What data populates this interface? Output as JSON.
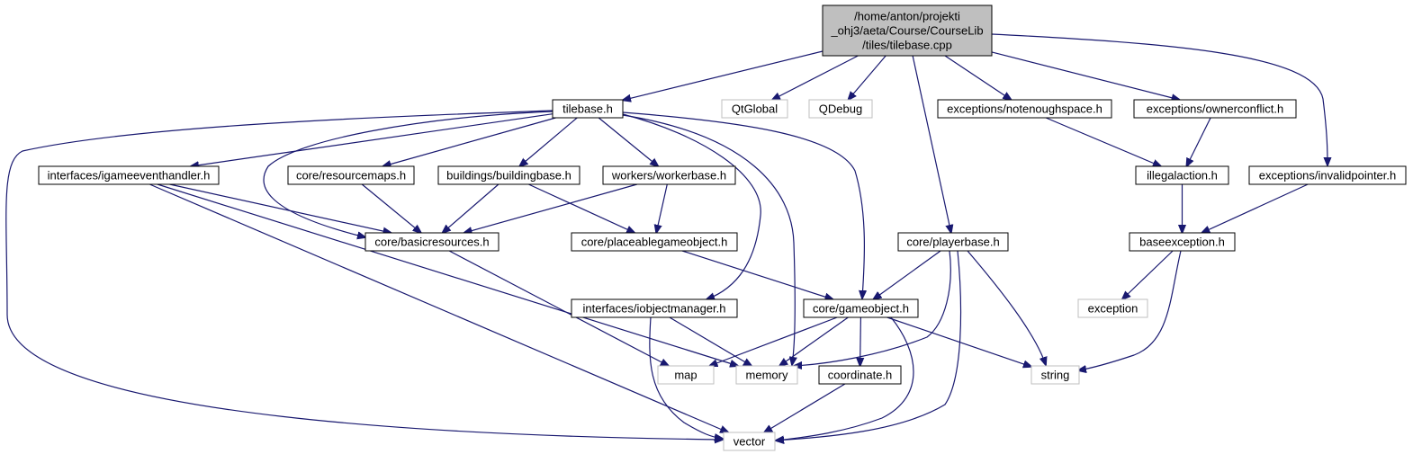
{
  "colors": {
    "edge": "#191970",
    "root_fill": "#bfbfbf",
    "node_border": "#000000",
    "external_border": "#bfbfbf",
    "background": "#ffffff"
  },
  "nodes": [
    {
      "id": "root",
      "label": [
        "/home/anton/projekti",
        "_ohj3/aeta/Course/CourseLib",
        "/tiles/tilebase.cpp"
      ],
      "kind": "root"
    },
    {
      "id": "tilebase",
      "label": [
        "tilebase.h"
      ],
      "kind": "internal"
    },
    {
      "id": "qtglobal",
      "label": [
        "QtGlobal"
      ],
      "kind": "external"
    },
    {
      "id": "qdebug",
      "label": [
        "QDebug"
      ],
      "kind": "external"
    },
    {
      "id": "notenough",
      "label": [
        "exceptions/notenoughspace.h"
      ],
      "kind": "internal"
    },
    {
      "id": "ownerconflict",
      "label": [
        "exceptions/ownerconflict.h"
      ],
      "kind": "internal"
    },
    {
      "id": "igameevent",
      "label": [
        "interfaces/igameeventhandler.h"
      ],
      "kind": "internal"
    },
    {
      "id": "resourcemaps",
      "label": [
        "core/resourcemaps.h"
      ],
      "kind": "internal"
    },
    {
      "id": "buildingbase",
      "label": [
        "buildings/buildingbase.h"
      ],
      "kind": "internal"
    },
    {
      "id": "workerbase",
      "label": [
        "workers/workerbase.h"
      ],
      "kind": "internal"
    },
    {
      "id": "illegal",
      "label": [
        "illegalaction.h"
      ],
      "kind": "internal"
    },
    {
      "id": "invalidptr",
      "label": [
        "exceptions/invalidpointer.h"
      ],
      "kind": "internal"
    },
    {
      "id": "basicres",
      "label": [
        "core/basicresources.h"
      ],
      "kind": "internal"
    },
    {
      "id": "placeable",
      "label": [
        "core/placeablegameobject.h"
      ],
      "kind": "internal"
    },
    {
      "id": "playerbase",
      "label": [
        "core/playerbase.h"
      ],
      "kind": "internal"
    },
    {
      "id": "baseexc",
      "label": [
        "baseexception.h"
      ],
      "kind": "internal"
    },
    {
      "id": "iobjmgr",
      "label": [
        "interfaces/iobjectmanager.h"
      ],
      "kind": "internal"
    },
    {
      "id": "gameobject",
      "label": [
        "core/gameobject.h"
      ],
      "kind": "internal"
    },
    {
      "id": "exception",
      "label": [
        "exception"
      ],
      "kind": "external"
    },
    {
      "id": "map",
      "label": [
        "map"
      ],
      "kind": "external"
    },
    {
      "id": "memory",
      "label": [
        "memory"
      ],
      "kind": "external"
    },
    {
      "id": "coordinate",
      "label": [
        "coordinate.h"
      ],
      "kind": "internal"
    },
    {
      "id": "string",
      "label": [
        "string"
      ],
      "kind": "external"
    },
    {
      "id": "vector",
      "label": [
        "vector"
      ],
      "kind": "external"
    }
  ],
  "edges": [
    [
      "root",
      "tilebase"
    ],
    [
      "root",
      "qtglobal"
    ],
    [
      "root",
      "qdebug"
    ],
    [
      "root",
      "notenough"
    ],
    [
      "root",
      "ownerconflict"
    ],
    [
      "root",
      "invalidptr"
    ],
    [
      "root",
      "playerbase"
    ],
    [
      "tilebase",
      "igameevent"
    ],
    [
      "tilebase",
      "resourcemaps"
    ],
    [
      "tilebase",
      "buildingbase"
    ],
    [
      "tilebase",
      "workerbase"
    ],
    [
      "tilebase",
      "basicres"
    ],
    [
      "tilebase",
      "iobjmgr"
    ],
    [
      "tilebase",
      "gameobject"
    ],
    [
      "tilebase",
      "memory"
    ],
    [
      "tilebase",
      "vector"
    ],
    [
      "notenough",
      "illegal"
    ],
    [
      "ownerconflict",
      "illegal"
    ],
    [
      "illegal",
      "baseexc"
    ],
    [
      "invalidptr",
      "baseexc"
    ],
    [
      "baseexc",
      "exception"
    ],
    [
      "baseexc",
      "string"
    ],
    [
      "igameevent",
      "basicres"
    ],
    [
      "igameevent",
      "memory"
    ],
    [
      "igameevent",
      "vector"
    ],
    [
      "resourcemaps",
      "basicres"
    ],
    [
      "buildingbase",
      "basicres"
    ],
    [
      "buildingbase",
      "placeable"
    ],
    [
      "workerbase",
      "basicres"
    ],
    [
      "workerbase",
      "placeable"
    ],
    [
      "basicres",
      "map"
    ],
    [
      "placeable",
      "gameobject"
    ],
    [
      "playerbase",
      "gameobject"
    ],
    [
      "playerbase",
      "memory"
    ],
    [
      "playerbase",
      "string"
    ],
    [
      "playerbase",
      "vector"
    ],
    [
      "iobjmgr",
      "memory"
    ],
    [
      "iobjmgr",
      "vector"
    ],
    [
      "gameobject",
      "map"
    ],
    [
      "gameobject",
      "memory"
    ],
    [
      "gameobject",
      "coordinate"
    ],
    [
      "gameobject",
      "string"
    ],
    [
      "gameobject",
      "vector"
    ],
    [
      "coordinate",
      "vector"
    ]
  ]
}
